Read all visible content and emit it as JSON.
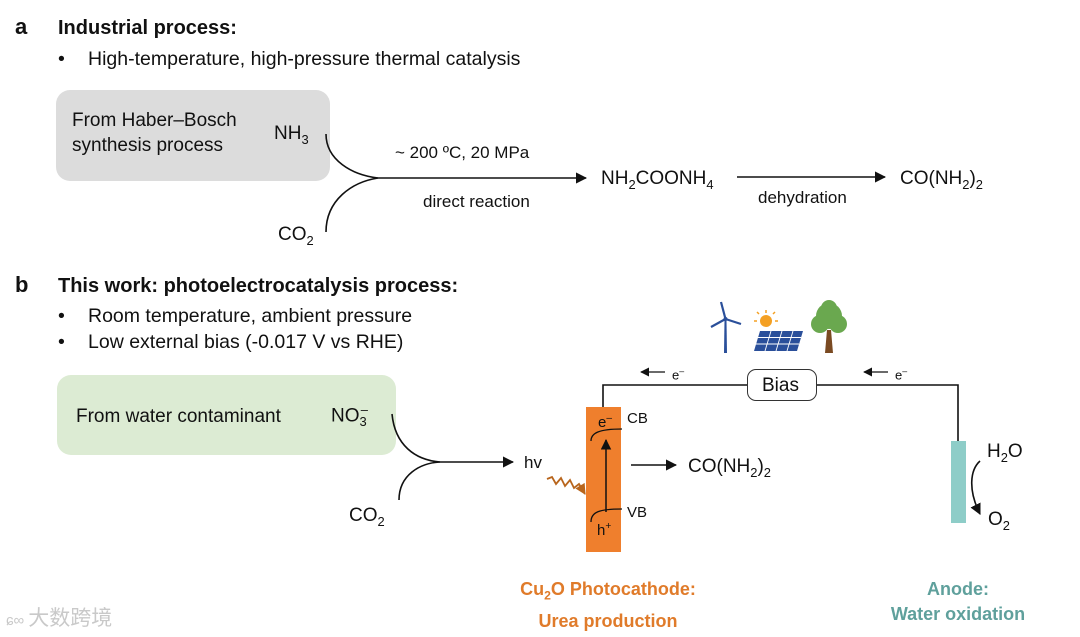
{
  "panel_a": {
    "label": "a",
    "heading": "Industrial process:",
    "bullets": [
      "High-temperature, high-pressure thermal catalysis"
    ],
    "source_box": {
      "line1": "From Haber–Bosch",
      "line2": "synthesis process"
    },
    "reactant1": {
      "base": "NH",
      "sub": "3"
    },
    "reactant2": {
      "base": "CO",
      "sub": "2"
    },
    "condition": "~ 200 ºC, 20 MPa",
    "reaction_label": "direct reaction",
    "intermediate": {
      "p1": "NH",
      "s1": "2",
      "p2": "COONH",
      "s2": "4"
    },
    "step2_label": "dehydration",
    "product": {
      "p1": "CO(NH",
      "s1": "2",
      "p2": ")",
      "s2": "2"
    }
  },
  "panel_b": {
    "label": "b",
    "heading": "This work: photoelectrocatalysis process:",
    "bullets": [
      "Room temperature, ambient pressure",
      "Low external bias (-0.017 V vs RHE)"
    ],
    "source_box": "From water contaminant",
    "reactant1": {
      "base": "NO",
      "sub": "3",
      "sup": "–"
    },
    "reactant2": {
      "base": "CO",
      "sub": "2"
    },
    "light": "hv",
    "electron_top": "e",
    "electron_sup": "–",
    "cb": "CB",
    "vb": "VB",
    "hole": "h",
    "hole_sup": "+",
    "product": {
      "p1": "CO(NH",
      "s1": "2",
      "p2": ")",
      "s2": "2"
    },
    "bias": "Bias",
    "electron_flow_left": "e",
    "electron_flow_right": "e",
    "electron_flow_sup": "–",
    "anode_reactant": {
      "base": "H",
      "sub": "2",
      "rest": "O"
    },
    "anode_product": {
      "base": "O",
      "sub": "2"
    },
    "cathode_caption": {
      "p1": "Cu",
      "s1": "2",
      "p2": "O Photocathode:",
      "line2": "Urea production"
    },
    "anode_caption": {
      "line1": "Anode:",
      "line2": "Water oxidation"
    },
    "energy_icons": [
      "wind-turbine-icon",
      "solar-panel-icon",
      "tree-icon"
    ]
  },
  "watermark": "大数跨境",
  "colors": {
    "gray_box": "#dcdcdc",
    "green_box": "#dcebd3",
    "cathode": "#ef7f2d",
    "cathode_text": "#e07b2a",
    "anode": "#8ecdc8",
    "anode_text": "#5fa09c",
    "light_arrow": "#b8651c",
    "panel_blue": "#2a4f9a",
    "tree": "#6aa84f",
    "trunk": "#7a4a22",
    "sun": "#f4a023"
  }
}
